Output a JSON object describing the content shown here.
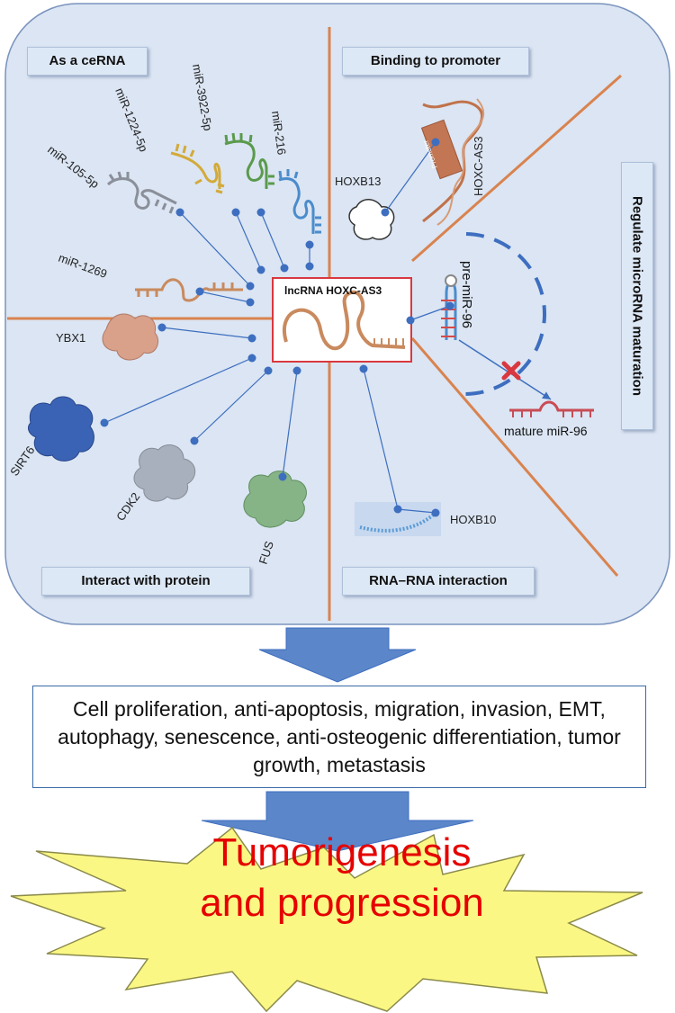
{
  "sections": {
    "cerna": "As a ceRNA",
    "promoter": "Binding to promoter",
    "maturation": "Regulate microRNA maturation",
    "protein": "Interact with protein",
    "rnarna": "RNA–RNA interaction"
  },
  "center": {
    "label": "lncRNA HOXC-AS3"
  },
  "mirnas": [
    "miR-1224-5p",
    "miR-3922-5p",
    "miR-216",
    "miR-105-5p",
    "miR-1269"
  ],
  "proteins": [
    "YBX1",
    "SIRT6",
    "CDK2",
    "FUS"
  ],
  "promoter": {
    "gene": "HOXB13",
    "promoter_text": "Promoter",
    "strand_label": "HOXC-AS3"
  },
  "maturation": {
    "pre": "pre-miR-96",
    "mature": "mature miR-96"
  },
  "rna_target": "HOXB10",
  "outcome": "Cell proliferation, anti-apoptosis, migration, invasion, EMT, autophagy, senescence, anti-osteogenic differentiation, tumor growth, metastasis",
  "final": {
    "line1": "Tumorigenesis",
    "line2": "and progression"
  },
  "colors": {
    "panel": "#dbe5f3",
    "divider": "#d9834f",
    "link": "#3d6ebf",
    "center_border": "#d9383f",
    "arrow": "#5b86c9",
    "star": "#fbf784",
    "final_text": "#e60000"
  }
}
